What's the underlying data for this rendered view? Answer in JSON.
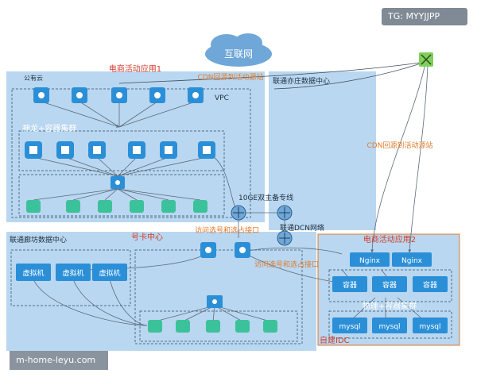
{
  "watermark_top": "TG: MYYJJPP",
  "watermark_bottom": "m-home-leyu.com",
  "internet": "互联网",
  "cdn_label_top": "CDN回源到活动源站",
  "cdn_label_right": "CDN回源到活动源站",
  "app1_title": "电商活动应用1",
  "public_cloud": "公有云",
  "vpc": "VPC",
  "container_cluster_top": "神龙+容器集群",
  "yizhuang_dc": "联通亦庄数据中心",
  "line_10ge": "10GE双主备专线",
  "dcn": "联通DCN网络",
  "langfang_dc": "联通廊坊数据中心",
  "card_center": "号卡中心",
  "access_label_1": "访问选号和选占接口",
  "access_label_2": "访问选号和选占接口",
  "vm_label": "虚拟机",
  "app2_title": "电商活动应用2",
  "nginx": "Nginx",
  "container": "容器",
  "physical_cluster": "物理+容器集群",
  "mysql": "mysql",
  "self_idc": "自建IDC",
  "colors": {
    "panel_blue": "#b9d7f0",
    "title_red": "#d43b2a",
    "label_orange": "#e07a2a",
    "node_blue": "#2b8fd8",
    "node_green": "#3cc29a",
    "line_green": "#7fcf5a"
  }
}
